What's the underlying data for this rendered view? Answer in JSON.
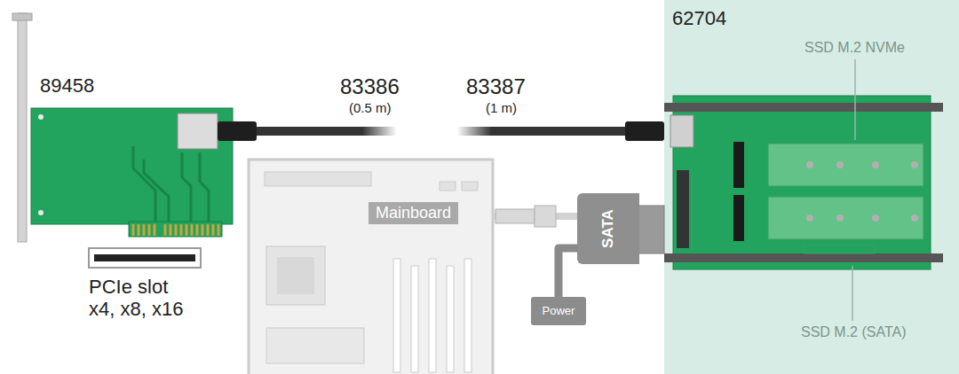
{
  "diagram": {
    "nodes": [
      {
        "text": [
          "89458"
        ]
      },
      {
        "text": [
          "62704"
        ]
      },
      {
        "text": [
          "Mainboard"
        ]
      },
      {
        "text": [
          "SATA"
        ]
      },
      {
        "text": [
          "Power"
        ]
      }
    ],
    "edges": [
      {
        "from": 0,
        "to": 1,
        "arrow": "none"
      },
      {
        "from": 2,
        "to": 3,
        "arrow": "none"
      },
      {
        "from": 4,
        "to": 3,
        "arrow": "none"
      }
    ],
    "labels": [
      "83386",
      "(0.5 m)",
      "83387",
      "(1 m)",
      "PCIe slot x4, x8, x16",
      "SSD M.2 NVMe",
      "SSD M.2 (SATA)"
    ]
  }
}
